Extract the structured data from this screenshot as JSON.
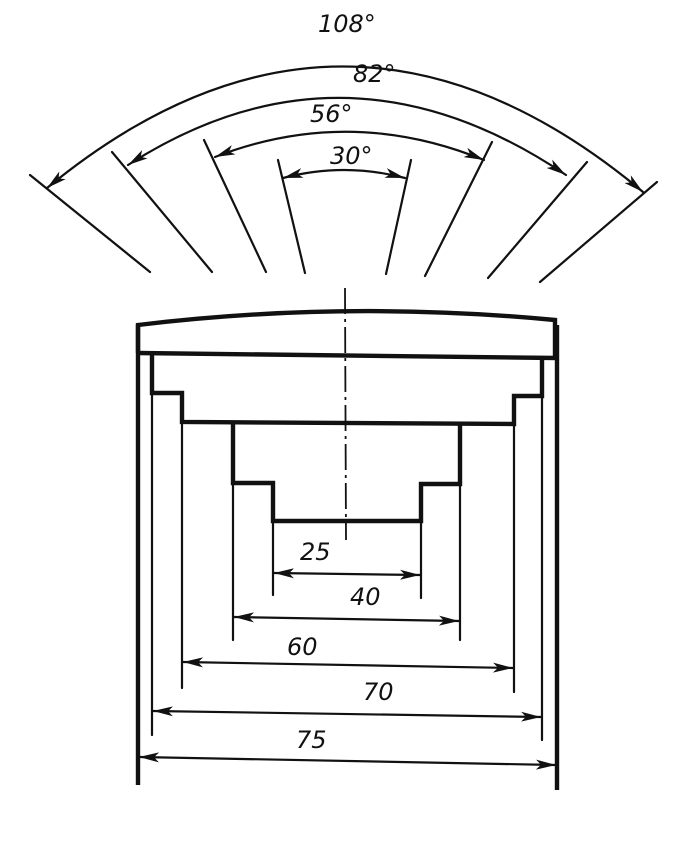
{
  "angles": [
    {
      "label": "108°",
      "degrees": 108
    },
    {
      "label": "82°",
      "degrees": 82
    },
    {
      "label": "56°",
      "degrees": 56
    },
    {
      "label": "30°",
      "degrees": 30
    }
  ],
  "widths": [
    {
      "label": "25"
    },
    {
      "label": "40"
    },
    {
      "label": "60"
    },
    {
      "label": "70"
    },
    {
      "label": "75"
    }
  ]
}
